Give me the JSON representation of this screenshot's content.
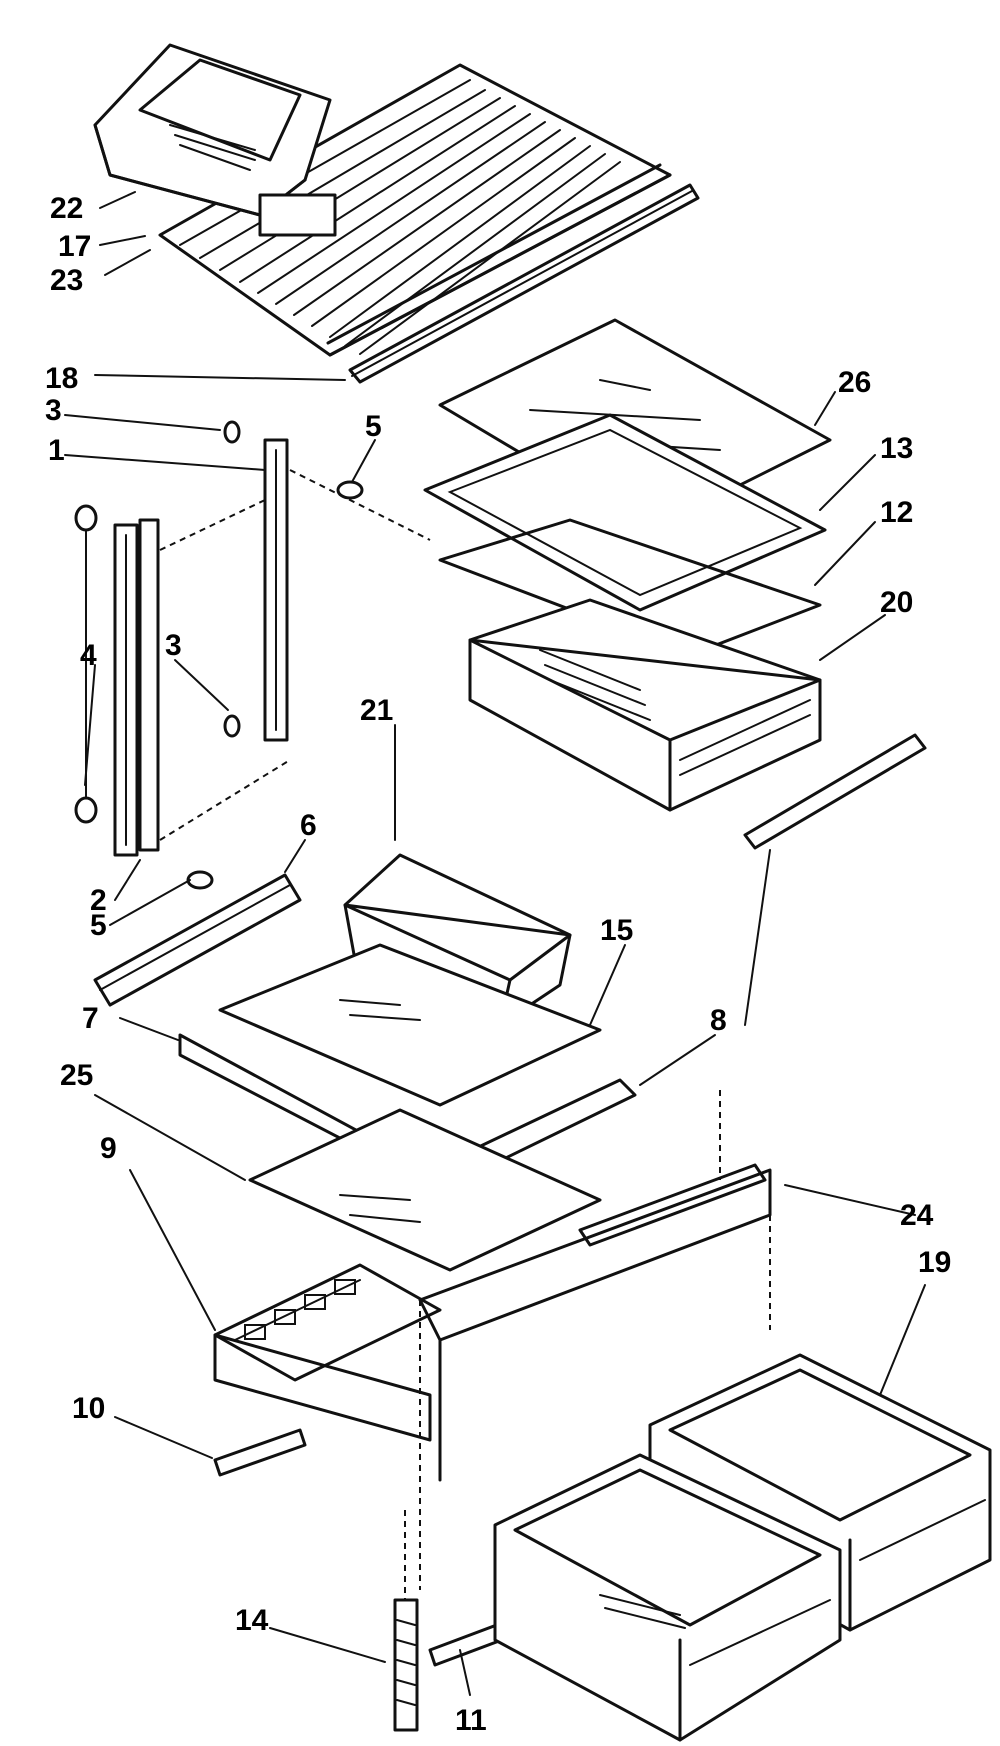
{
  "diagram": {
    "callouts": [
      {
        "id": "c22",
        "label": "22"
      },
      {
        "id": "c17",
        "label": "17"
      },
      {
        "id": "c23",
        "label": "23"
      },
      {
        "id": "c18",
        "label": "18"
      },
      {
        "id": "c3a",
        "label": "3"
      },
      {
        "id": "c1",
        "label": "1"
      },
      {
        "id": "c5a",
        "label": "5"
      },
      {
        "id": "c26",
        "label": "26"
      },
      {
        "id": "c13",
        "label": "13"
      },
      {
        "id": "c12",
        "label": "12"
      },
      {
        "id": "c20",
        "label": "20"
      },
      {
        "id": "c4",
        "label": "4"
      },
      {
        "id": "c3b",
        "label": "3"
      },
      {
        "id": "c21",
        "label": "21"
      },
      {
        "id": "c6",
        "label": "6"
      },
      {
        "id": "c2",
        "label": "2"
      },
      {
        "id": "c5b",
        "label": "5"
      },
      {
        "id": "c15",
        "label": "15"
      },
      {
        "id": "c7",
        "label": "7"
      },
      {
        "id": "c8",
        "label": "8"
      },
      {
        "id": "c25",
        "label": "25"
      },
      {
        "id": "c9",
        "label": "9"
      },
      {
        "id": "c24",
        "label": "24"
      },
      {
        "id": "c19",
        "label": "19"
      },
      {
        "id": "c10",
        "label": "10"
      },
      {
        "id": "c14",
        "label": "14"
      },
      {
        "id": "c11",
        "label": "11"
      }
    ]
  }
}
